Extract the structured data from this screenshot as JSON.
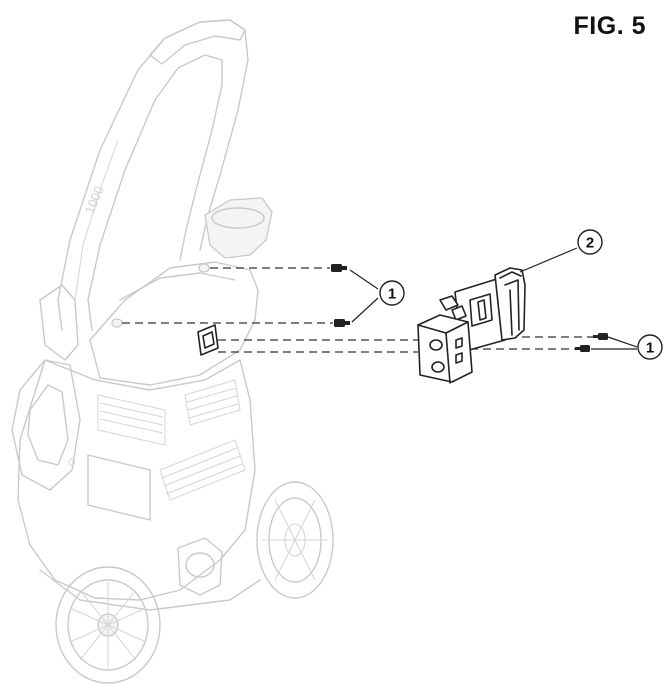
{
  "figure": {
    "title": "FIG. 5",
    "callouts": [
      {
        "number": "1"
      },
      {
        "number": "2"
      },
      {
        "number": "1"
      }
    ],
    "parts": [
      {
        "name": "pressure-washer"
      },
      {
        "name": "bracket"
      },
      {
        "name": "screw"
      }
    ]
  }
}
